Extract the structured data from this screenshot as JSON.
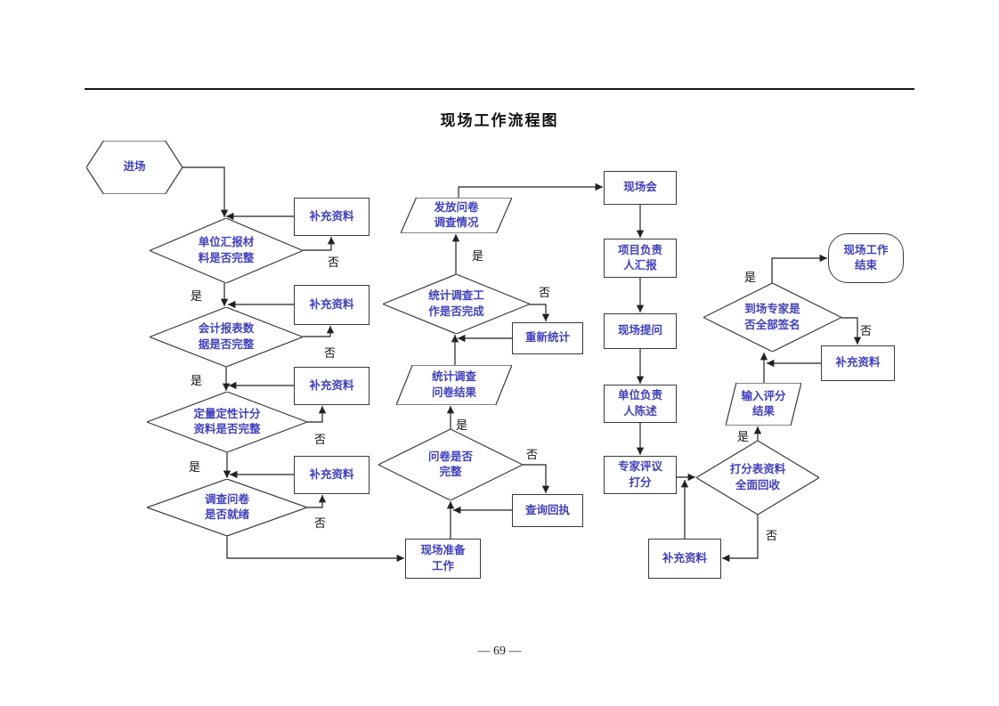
{
  "page": {
    "title": "现场工作流程图",
    "page_number": "— 69 —"
  },
  "colors": {
    "node_text": "#3f3fc0",
    "node_border": "#3a3a3a",
    "edge_color": "#222222",
    "label_text": "#111111"
  },
  "edge_labels": {
    "yes": "是",
    "no": "否"
  },
  "nodes": [
    {
      "id": "enter-site",
      "type": "hexagon",
      "label": "进场"
    },
    {
      "id": "decision-unit-report-materials-complete",
      "type": "diamond",
      "label": "单位汇报材\n料是否完整"
    },
    {
      "id": "supplement-materials-1",
      "type": "rect",
      "label": "补充资料"
    },
    {
      "id": "decision-accounting-data-complete",
      "type": "diamond",
      "label": "会计报表数\n据是否完整"
    },
    {
      "id": "supplement-materials-2",
      "type": "rect",
      "label": "补充资料"
    },
    {
      "id": "decision-scoring-materials-complete",
      "type": "diamond",
      "label": "定量定性计分\n资料是否完整"
    },
    {
      "id": "supplement-materials-3",
      "type": "rect",
      "label": "补充资料"
    },
    {
      "id": "decision-questionnaire-ready",
      "type": "diamond",
      "label": "调查问卷\n是否就绪"
    },
    {
      "id": "supplement-materials-4",
      "type": "rect",
      "label": "补充资料"
    },
    {
      "id": "site-preparation",
      "type": "rect",
      "label": "现场准备\n工作"
    },
    {
      "id": "decision-questionnaire-complete",
      "type": "diamond",
      "label": "问卷是否\n完整"
    },
    {
      "id": "query-receipt",
      "type": "rect",
      "label": "查询回执"
    },
    {
      "id": "tally-questionnaire-results",
      "type": "parallelogram",
      "label": "统计调查\n问卷结果"
    },
    {
      "id": "decision-survey-work-done",
      "type": "diamond",
      "label": "统计调查工\n作是否完成"
    },
    {
      "id": "recount",
      "type": "rect",
      "label": "重新统计"
    },
    {
      "id": "distribute-questionnaire-status",
      "type": "parallelogram",
      "label": "发放问卷\n调查情况"
    },
    {
      "id": "site-meeting",
      "type": "rect",
      "label": "现场会"
    },
    {
      "id": "project-leader-report",
      "type": "rect",
      "label": "项目负责\n人汇报"
    },
    {
      "id": "site-questions",
      "type": "rect",
      "label": "现场提问"
    },
    {
      "id": "unit-leader-statement",
      "type": "rect",
      "label": "单位负责\n人陈述"
    },
    {
      "id": "expert-review-scoring",
      "type": "rect",
      "label": "专家评议\n打分"
    },
    {
      "id": "decision-score-sheets-collected",
      "type": "diamond",
      "label": "打分表资料\n全面回收"
    },
    {
      "id": "supplement-materials-5",
      "type": "rect",
      "label": "补充资料"
    },
    {
      "id": "input-score-results",
      "type": "parallelogram",
      "label": "输入评分\n结果"
    },
    {
      "id": "decision-experts-all-signed",
      "type": "diamond",
      "label": "到场专家是\n否全部签名"
    },
    {
      "id": "supplement-materials-6",
      "type": "rect",
      "label": "补充资料"
    },
    {
      "id": "site-work-end",
      "type": "terminator",
      "label": "现场工作\n结束"
    }
  ]
}
